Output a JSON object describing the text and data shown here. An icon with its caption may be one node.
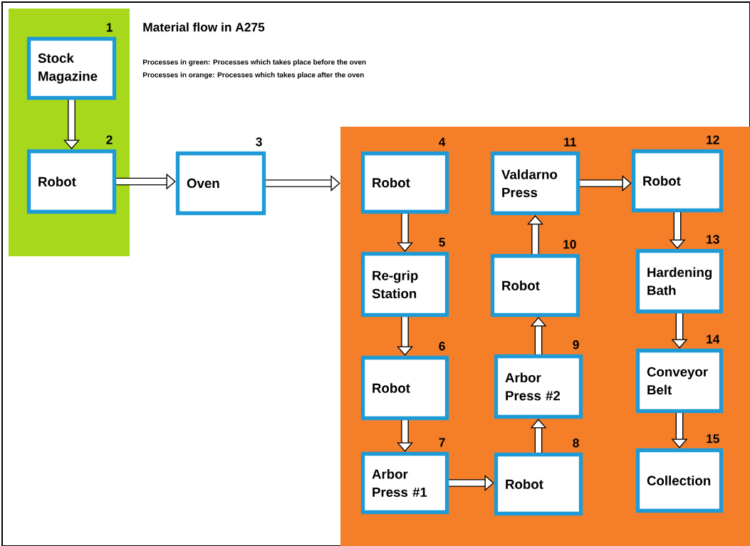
{
  "diagram": {
    "title": "Material flow in A275",
    "nodes": [
      {
        "text": [],
        "shape": "box"
      },
      {
        "text": [
          "Stock Magazine"
        ],
        "in": 0,
        "beside": [
          "1"
        ]
      },
      {
        "text": [
          "Robot"
        ],
        "in": 0,
        "beside": [
          "2"
        ]
      },
      {
        "text": [
          "Oven"
        ],
        "beside": [
          "3"
        ]
      },
      {
        "text": [],
        "shape": "box"
      },
      {
        "text": [
          "Robot"
        ],
        "in": 4,
        "beside": [
          "4"
        ]
      },
      {
        "text": [
          "Re-grip Station"
        ],
        "in": 4,
        "beside": [
          "5"
        ]
      },
      {
        "text": [
          "Robot"
        ],
        "in": 4,
        "beside": [
          "6"
        ]
      },
      {
        "text": [
          "Arbor Press  #1"
        ],
        "in": 4,
        "beside": [
          "7"
        ]
      },
      {
        "text": [
          "Robot"
        ],
        "in": 4,
        "beside": [
          "8"
        ]
      },
      {
        "text": [
          "Arbor Press #2"
        ],
        "in": 4,
        "beside": [
          "9"
        ]
      },
      {
        "text": [
          "Robot"
        ],
        "in": 4,
        "beside": [
          "10"
        ]
      },
      {
        "text": [
          "Valdarno Press"
        ],
        "in": 4,
        "beside": [
          "11"
        ]
      },
      {
        "text": [
          "Robot"
        ],
        "in": 4,
        "beside": [
          "12"
        ]
      },
      {
        "text": [
          "Hardening Bath"
        ],
        "in": 4,
        "beside": [
          "13"
        ]
      },
      {
        "text": [
          "Conveyor Belt"
        ],
        "in": 4,
        "beside": [
          "14"
        ]
      },
      {
        "text": [
          "Collection"
        ],
        "in": 4,
        "beside": [
          "15"
        ]
      }
    ],
    "edges": [
      {
        "from": 1,
        "to": 2,
        "arrow": "to"
      },
      {
        "from": 2,
        "to": 3,
        "arrow": "to"
      },
      {
        "from": 3,
        "to": 4,
        "arrow": "to"
      },
      {
        "from": 5,
        "to": 6,
        "arrow": "to"
      },
      {
        "from": 6,
        "to": 7,
        "arrow": "to"
      },
      {
        "from": 7,
        "to": 8,
        "arrow": "to"
      },
      {
        "from": 8,
        "to": 9,
        "arrow": "to"
      },
      {
        "from": 9,
        "to": 10,
        "arrow": "to"
      },
      {
        "from": 10,
        "to": 11,
        "arrow": "to"
      },
      {
        "from": 11,
        "to": 12,
        "arrow": "to"
      },
      {
        "from": 12,
        "to": 13,
        "arrow": "to"
      },
      {
        "from": 13,
        "to": 14,
        "arrow": "to"
      },
      {
        "from": 14,
        "to": 15,
        "arrow": "to"
      },
      {
        "from": 15,
        "to": 16,
        "arrow": "to"
      }
    ],
    "labels": [
      "Processes in green:   Processes which takes place before the oven",
      "Processes in orange: Processes which takes place after the oven"
    ]
  }
}
